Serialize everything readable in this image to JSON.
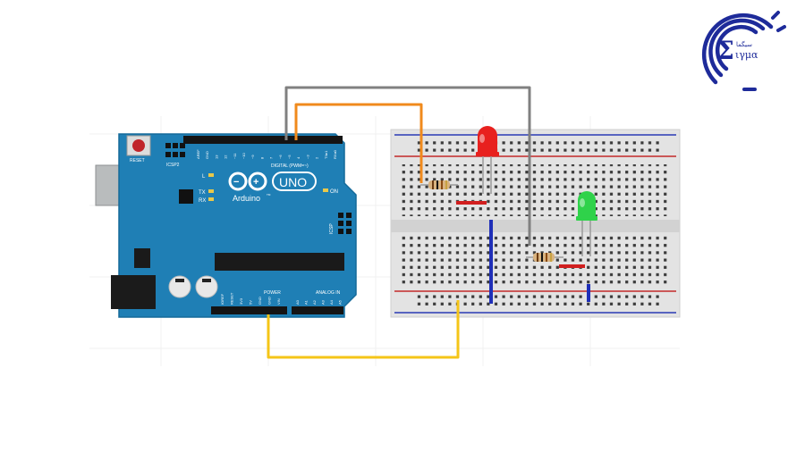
{
  "board": {
    "reset_label": "RESET",
    "icsp2_label": "ICSP2",
    "icsp_label": "ICSP",
    "brand": "Arduino",
    "tm": "TM",
    "model": "UNO",
    "on_label": "ON",
    "led_l_label": "L",
    "tx_label": "TX",
    "rx_label": "RX",
    "digital_label": "DIGITAL (PWM=~)",
    "power_label": "POWER",
    "analog_label": "ANALOG IN",
    "digital_pins": [
      "AREF",
      "GND",
      "13",
      "12",
      "~11",
      "~10",
      "~9",
      "8",
      "7",
      "~6",
      "~5",
      "4",
      "~3",
      "2",
      "TX▸1",
      "RX◂0"
    ],
    "power_pins": [
      "IOREF",
      "RESET",
      "3V3",
      "5V",
      "GND",
      "GND",
      "VIN"
    ],
    "analog_pins": [
      "A0",
      "A1",
      "A2",
      "A3",
      "A4",
      "A5"
    ]
  },
  "components": {
    "led1_color": "#e8201e",
    "led2_color": "#2fd24a"
  },
  "wires": {
    "gray": "#808080",
    "orange": "#f08a1c",
    "yellow": "#f5c518",
    "red_jumper": "#d11f1f",
    "blue_jumper": "#1f2fb8"
  },
  "logo": {
    "symbol": "Σ",
    "arabic_text": "سیگما",
    "greek_text": "ιγμα",
    "color": "#1e2b9a"
  }
}
